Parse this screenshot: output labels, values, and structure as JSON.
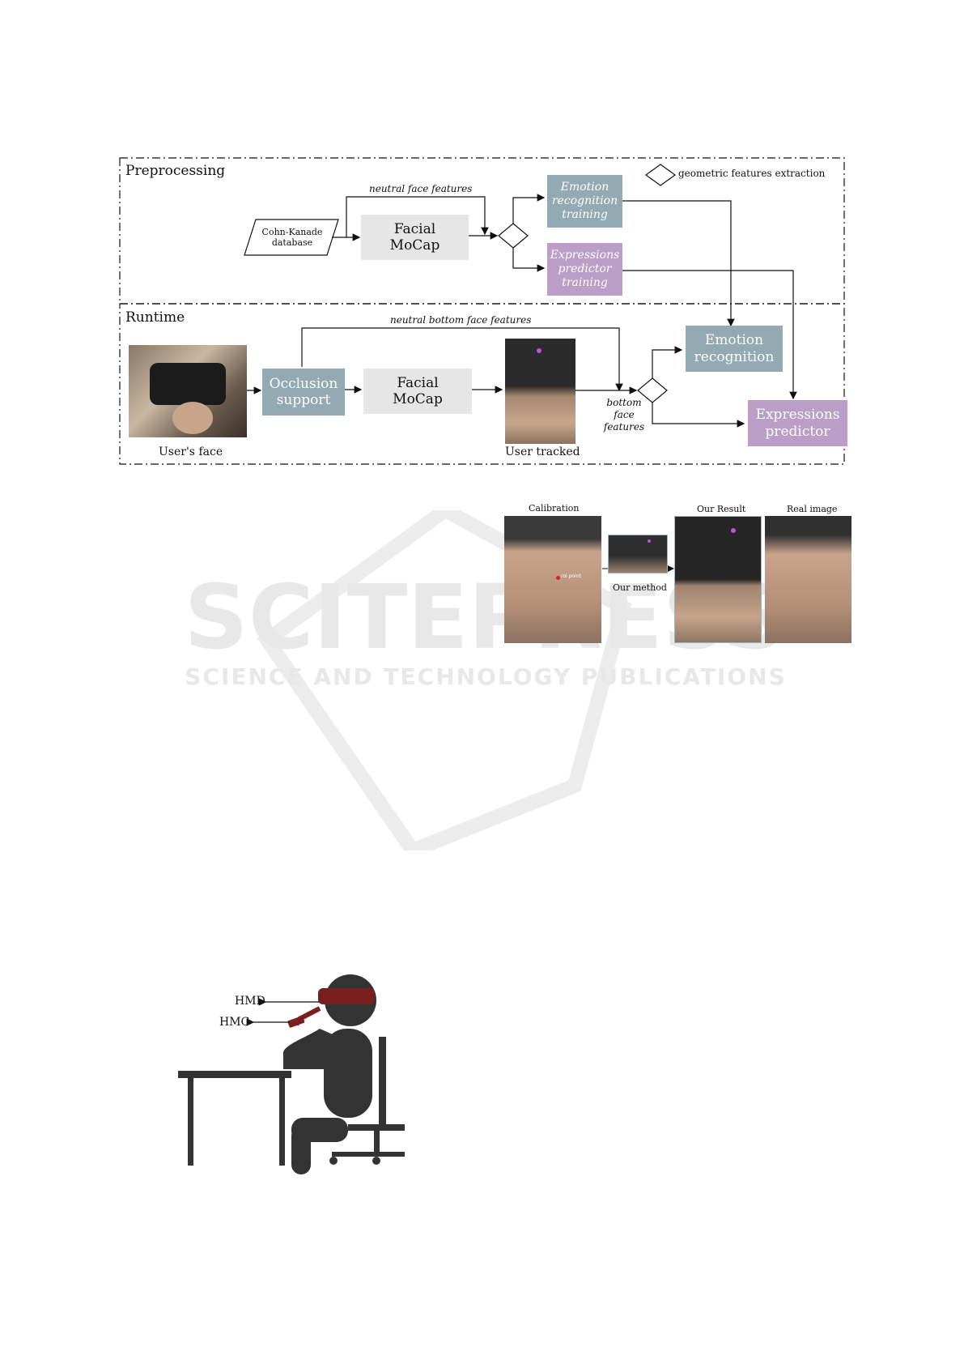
{
  "pipeline": {
    "sections": {
      "preprocessing": "Preprocessing",
      "runtime": "Runtime"
    },
    "legend": {
      "text": "geometric features extraction"
    },
    "nodes": {
      "ck_database": "Cohn-Kanade database",
      "facial_mocap_pre": "Facial MoCap",
      "emotion_training": "Emotion recognition training",
      "expressions_training": "Expressions predictor training",
      "occlusion_support": "Occlusion support",
      "facial_mocap_run": "Facial MoCap",
      "emotion_recognition": "Emotion recognition",
      "expressions_predictor": "Expressions predictor"
    },
    "edge_labels": {
      "neutral_face": "neutral face features",
      "neutral_bottom": "neutral bottom face features",
      "bottom_face": "bottom face features"
    },
    "captions": {
      "users_face": "User's face",
      "user_tracked": "User tracked"
    }
  },
  "comparison": {
    "calibration": "Calibration",
    "our_result": "Our Result",
    "real_image": "Real image",
    "our_method": "Our method",
    "point_label": "roi point"
  },
  "setup": {
    "hmd": "HMD",
    "hmc": "HMC"
  },
  "colors": {
    "gray_box": "#e6e6e6",
    "teal_box": "#93aab2",
    "violet_box": "#bb9dc8",
    "hmd_red": "#7a1f1f",
    "figure_dark": "#333333"
  }
}
